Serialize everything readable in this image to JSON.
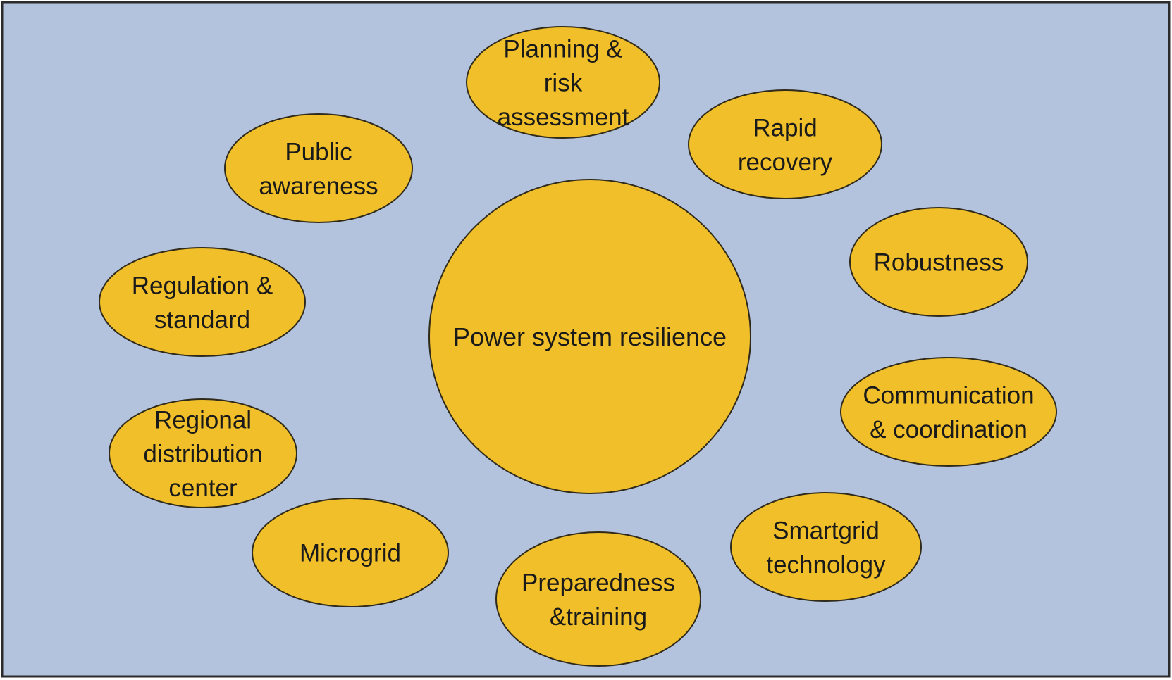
{
  "diagram": {
    "colors": {
      "background": "#b3c2dd",
      "frame": "#2b2b2b",
      "bubble_fill": "#f0bf2a",
      "bubble_stroke": "#2f2a1a",
      "text": "#1a1a1a"
    },
    "center": {
      "label": "Power system resilience"
    },
    "satellites": [
      {
        "id": "planning",
        "lines": [
          "Planning &",
          "risk",
          "assessment"
        ]
      },
      {
        "id": "rapid-recovery",
        "lines": [
          "Rapid",
          "recovery"
        ]
      },
      {
        "id": "robustness",
        "lines": [
          "Robustness"
        ]
      },
      {
        "id": "communication",
        "lines": [
          "Communication",
          "& coordination"
        ]
      },
      {
        "id": "smartgrid",
        "lines": [
          "Smartgrid",
          "technology"
        ]
      },
      {
        "id": "preparedness",
        "lines": [
          "Preparedness",
          "&training"
        ]
      },
      {
        "id": "microgrid",
        "lines": [
          "Microgrid"
        ]
      },
      {
        "id": "regional-distribution",
        "lines": [
          "Regional",
          "distribution",
          "center"
        ]
      },
      {
        "id": "regulation",
        "lines": [
          "Regulation &",
          "standard"
        ]
      },
      {
        "id": "public-awareness",
        "lines": [
          "Public",
          "awareness"
        ]
      }
    ]
  }
}
